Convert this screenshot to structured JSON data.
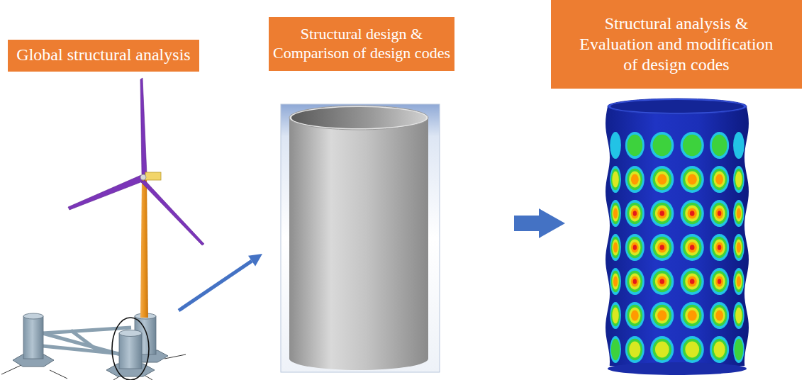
{
  "diagram": {
    "nodes": [
      {
        "text": [
          "Global structural analysis"
        ]
      },
      {
        "text": [
          "Structural design & Comparison of design codes"
        ]
      },
      {
        "text": [
          "Structural analysis & Evaluation and modification of design codes"
        ]
      }
    ]
  }
}
